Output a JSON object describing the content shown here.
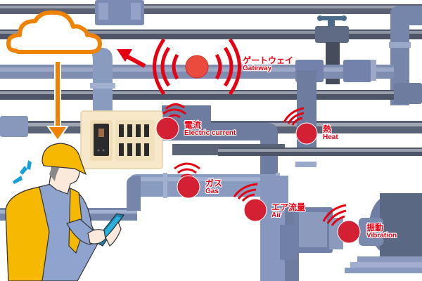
{
  "title": "IoT sensor monitoring of factory piping",
  "colors": {
    "sensor_red": "#e60012",
    "sensor_dot": "#d42033",
    "gateway_dot": "#e94b3c",
    "cloud_orange": "#ef8200",
    "pipe_light": "#8c9bbd",
    "pipe_mid": "#6d7c9f",
    "pipe_dark": "#4e5566",
    "panel_cream": "#f6e8c8",
    "helmet_yellow": "#f6b800",
    "shirt_blue": "#8ea4cf",
    "alert_blue": "#1aa0d8"
  },
  "cloud": {
    "icon": "cloud-icon"
  },
  "gateway": {
    "label_jp": "ゲートウェイ",
    "label_en": "Gateway",
    "icon": "wireless-broadcast-icon"
  },
  "sensors": [
    {
      "id": "electric",
      "label_jp": "電流",
      "label_en": "Electric current",
      "icon": "wifi-signal-icon"
    },
    {
      "id": "heat",
      "label_jp": "熱",
      "label_en": "Heat",
      "icon": "wifi-signal-icon"
    },
    {
      "id": "gas",
      "label_jp": "ガス",
      "label_en": "Gas",
      "icon": "wifi-signal-icon"
    },
    {
      "id": "air",
      "label_jp": "エア流量",
      "label_en": "Air",
      "icon": "wifi-signal-icon"
    },
    {
      "id": "vibration",
      "label_jp": "振動",
      "label_en": "Vibration",
      "icon": "wifi-signal-icon"
    }
  ],
  "worker": {
    "icon": "worker-with-tablet-icon"
  }
}
